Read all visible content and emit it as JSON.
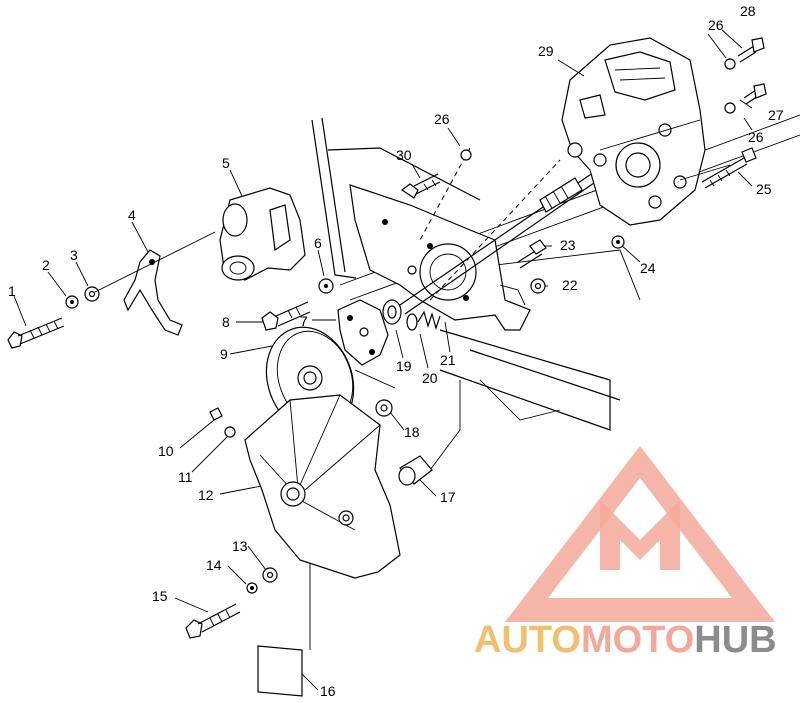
{
  "labels": {
    "n1": "1",
    "n2": "2",
    "n3": "3",
    "n4": "4",
    "n5": "5",
    "n6": "6",
    "n7": "7",
    "n8": "8",
    "n9": "9",
    "n10": "10",
    "n11": "11",
    "n12": "12",
    "n13": "13",
    "n14": "14",
    "n15": "15",
    "n16": "16",
    "n17": "17",
    "n18": "18",
    "n19": "19",
    "n20": "20",
    "n21": "21",
    "n22": "22",
    "n23": "23",
    "n24": "24",
    "n25": "25",
    "n26a": "26",
    "n26b": "26",
    "n26c": "26",
    "n27": "27",
    "n28": "28",
    "n29": "29",
    "n30": "30"
  },
  "watermark": {
    "part1": "AUTO",
    "part2": "MOTO",
    "part3": "HUB",
    "color_primary": "#f4a89a",
    "color_secondary": "#f0c070",
    "color_dark": "#8c8c8c"
  }
}
